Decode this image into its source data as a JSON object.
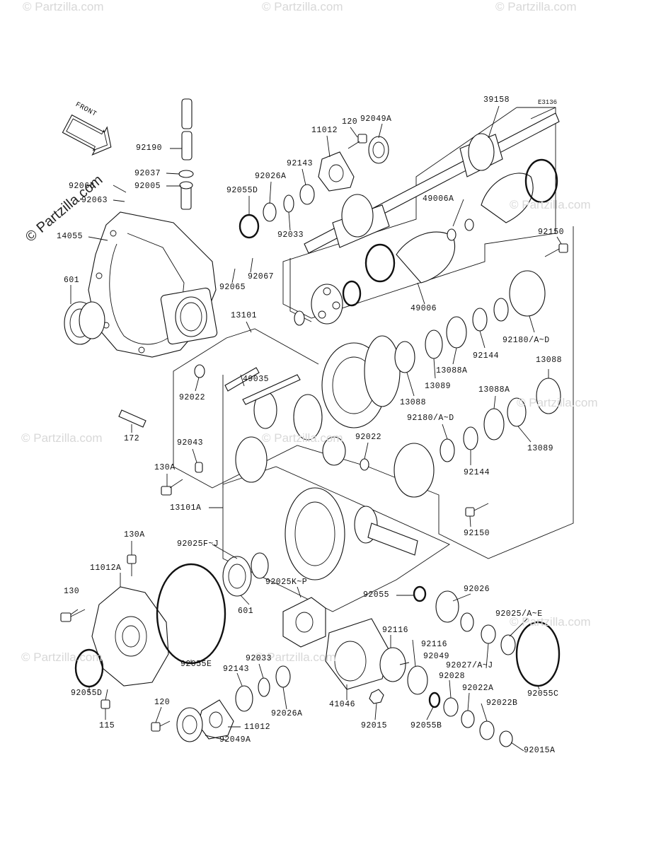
{
  "diagram_code": "E3136",
  "orientation_label": "FRONT",
  "watermark_text": "© Partzilla.com",
  "part_labels": [
    {
      "id": "39158",
      "text": "39158"
    },
    {
      "id": "92049A",
      "text": "92049A"
    },
    {
      "id": "120_top",
      "text": "120"
    },
    {
      "id": "11012_top",
      "text": "11012"
    },
    {
      "id": "92143_top",
      "text": "92143"
    },
    {
      "id": "92026A_top",
      "text": "92026A"
    },
    {
      "id": "92055D_top",
      "text": "92055D"
    },
    {
      "id": "92033_top",
      "text": "92033"
    },
    {
      "id": "92190",
      "text": "92190"
    },
    {
      "id": "92037",
      "text": "92037"
    },
    {
      "id": "92066",
      "text": "92066"
    },
    {
      "id": "92005",
      "text": "92005"
    },
    {
      "id": "92063",
      "text": "92063"
    },
    {
      "id": "14055",
      "text": "14055"
    },
    {
      "id": "601_top",
      "text": "601"
    },
    {
      "id": "92067",
      "text": "92067"
    },
    {
      "id": "92065",
      "text": "92065"
    },
    {
      "id": "49006A",
      "text": "49006A"
    },
    {
      "id": "49006",
      "text": "49006"
    },
    {
      "id": "92150_top",
      "text": "92150"
    },
    {
      "id": "92180AD_top",
      "text": "92180/A~D"
    },
    {
      "id": "92144_top",
      "text": "92144"
    },
    {
      "id": "13088A_top",
      "text": "13088A"
    },
    {
      "id": "13089_top",
      "text": "13089"
    },
    {
      "id": "13088_right",
      "text": "13088"
    },
    {
      "id": "13088_mid",
      "text": "13088"
    },
    {
      "id": "13088A_mid",
      "text": "13088A"
    },
    {
      "id": "13101",
      "text": "13101"
    },
    {
      "id": "49035",
      "text": "49035"
    },
    {
      "id": "92022_left",
      "text": "92022"
    },
    {
      "id": "92180AD_mid",
      "text": "92180/A~D"
    },
    {
      "id": "13089_mid",
      "text": "13089"
    },
    {
      "id": "92022_mid",
      "text": "92022"
    },
    {
      "id": "172",
      "text": "172"
    },
    {
      "id": "92043",
      "text": "92043"
    },
    {
      "id": "92144_mid",
      "text": "92144"
    },
    {
      "id": "130A_mid",
      "text": "130A"
    },
    {
      "id": "13101A",
      "text": "13101A"
    },
    {
      "id": "92150_mid",
      "text": "92150"
    },
    {
      "id": "130A_low",
      "text": "130A"
    },
    {
      "id": "92025FJ",
      "text": "92025F~J"
    },
    {
      "id": "11012A",
      "text": "11012A"
    },
    {
      "id": "130",
      "text": "130"
    },
    {
      "id": "601_low",
      "text": "601"
    },
    {
      "id": "92025KP",
      "text": "92025K~P"
    },
    {
      "id": "92055",
      "text": "92055"
    },
    {
      "id": "92026",
      "text": "92026"
    },
    {
      "id": "92025AE",
      "text": "92025/A~E"
    },
    {
      "id": "92116_a",
      "text": "92116"
    },
    {
      "id": "92116_b",
      "text": "92116"
    },
    {
      "id": "92049",
      "text": "92049"
    },
    {
      "id": "92027AJ",
      "text": "92027/A~J"
    },
    {
      "id": "92055E",
      "text": "92055E"
    },
    {
      "id": "92033_low",
      "text": "92033"
    },
    {
      "id": "92143_low",
      "text": "92143"
    },
    {
      "id": "92028",
      "text": "92028"
    },
    {
      "id": "92022A",
      "text": "92022A"
    },
    {
      "id": "92055D_low",
      "text": "92055D"
    },
    {
      "id": "92026A_low",
      "text": "92026A"
    },
    {
      "id": "41046",
      "text": "41046"
    },
    {
      "id": "92022B",
      "text": "92022B"
    },
    {
      "id": "92055C",
      "text": "92055C"
    },
    {
      "id": "120_low",
      "text": "120"
    },
    {
      "id": "11012_low",
      "text": "11012"
    },
    {
      "id": "115",
      "text": "115"
    },
    {
      "id": "92015",
      "text": "92015"
    },
    {
      "id": "92055B",
      "text": "92055B"
    },
    {
      "id": "92015A",
      "text": "92015A"
    },
    {
      "id": "92049A_low",
      "text": "92049A"
    }
  ]
}
